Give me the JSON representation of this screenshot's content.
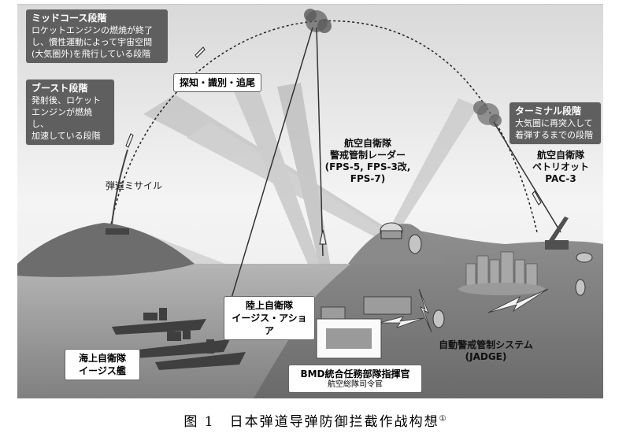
{
  "midcourse": {
    "title": "ミッドコース段階",
    "lines": [
      "ロケットエンジンの燃焼が終了",
      "し、慣性運動によって宇宙空間",
      "(大気圏外)を飛行している段階"
    ]
  },
  "boost": {
    "title": "ブースト段階",
    "lines": [
      "発射後、ロケット",
      "エンジンが燃焼し、",
      "加速している段階"
    ]
  },
  "terminal": {
    "title": "ターミナル段階",
    "lines": [
      "大気圏に再突入して",
      "着弾するまでの段階"
    ]
  },
  "detect_label": "探知・識別・追尾",
  "missile_label": "弾道ミサイル",
  "radar_label": [
    "航空自衛隊",
    "警戒管制レーダー",
    "(FPS-5, FPS-3改,",
    "FPS-7)"
  ],
  "patriot_label": [
    "航空自衛隊",
    "ペトリオット",
    "PAC-3"
  ],
  "aegis_ashore_label": [
    "陸上自衛隊",
    "イージス・アショア"
  ],
  "aegis_ship_label": [
    "海上自衛隊",
    "イージス艦"
  ],
  "jadge_label": [
    "自動警戒管制システム",
    "(JADGE)"
  ],
  "bmd_label": {
    "main": "BMD統合任務部隊指揮官",
    "sub": "航空総隊司令官"
  },
  "caption": {
    "text": "图 1　日本弹道导弹防御拦截作战构想",
    "mark": "①"
  },
  "colors": {
    "sky": "#f2f2f2",
    "sea": "#9a9a9a",
    "land": "#7c7c7c",
    "box_bg": "#5f5f5f",
    "beam": "#cfcfcf"
  }
}
